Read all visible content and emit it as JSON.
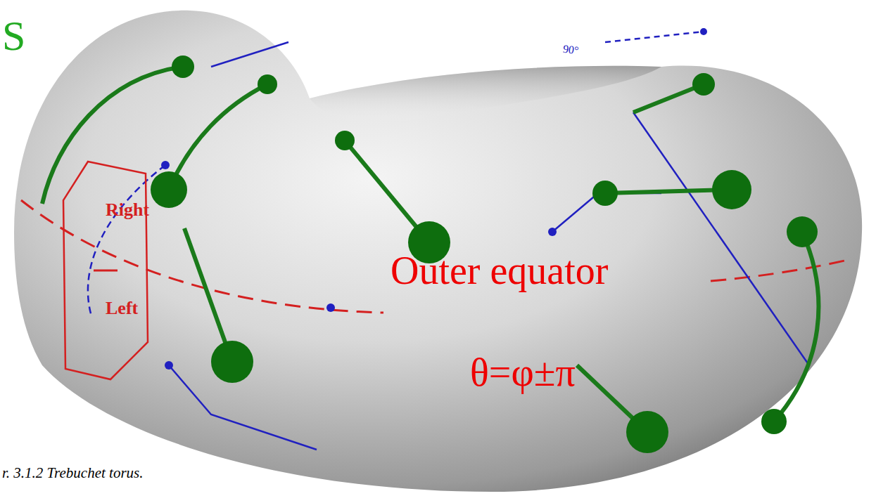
{
  "diagram": {
    "caption": "r. 3.1.2 Trebuchet torus.",
    "nodes": [
      {
        "text": [
          "Right",
          "Left"
        ]
      }
    ],
    "labels": [
      "S",
      "Outer equator",
      "θ=φ±π",
      "90°"
    ]
  }
}
